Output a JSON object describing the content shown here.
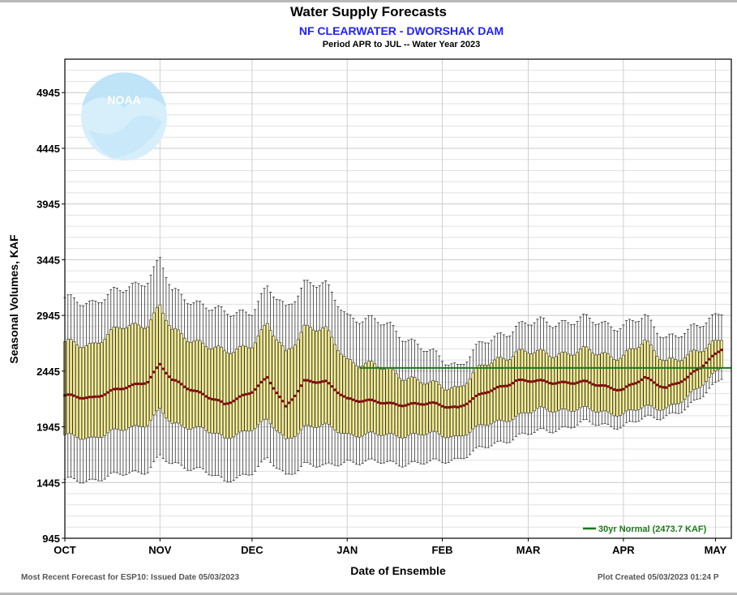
{
  "header": {
    "title": "Water Supply Forecasts",
    "subtitle": "NF CLEARWATER - DWORSHAK DAM",
    "period": "Period   APR to JUL  --  Water Year 2023"
  },
  "footer": {
    "left": "Most Recent Forecast for ESP10: Issued Date 05/03/2023",
    "right": "Plot Created 05/03/2023 01:24 P"
  },
  "logo": {
    "text": "NOAA",
    "icon": "noaa-logo-icon"
  },
  "colors": {
    "box_fill": "#f7ef8f",
    "box_stroke": "#333333",
    "median": "#8b0000",
    "normal_line": "#1a7a1a",
    "subtitle": "#1f1fff"
  },
  "chart_data": {
    "type": "boxplot",
    "xlabel": "Date of Ensemble",
    "ylabel": "Seasonal Volumes, KAF",
    "ylim": [
      945,
      5245
    ],
    "yticks": [
      "945",
      "1445",
      "1945",
      "2445",
      "2945",
      "3445",
      "3945",
      "4445",
      "4945"
    ],
    "x_categories": [
      "OCT",
      "NOV",
      "DEC",
      "JAN",
      "FEB",
      "MAR",
      "APR",
      "MAY"
    ],
    "date_range": [
      "2022-10-01",
      "2023-05-03"
    ],
    "grid": true,
    "legend": {
      "label": "30yr Normal (2473.7 KAF)",
      "placement": "bottom-right"
    },
    "normal": {
      "value": 2473.7,
      "start_date": "2023-01-05",
      "end_date": "2023-05-03"
    },
    "keypoints": [
      {
        "date": "2022-10-01",
        "median": 2220,
        "q1": 1860,
        "q3": 2690,
        "min": 1460,
        "max": 3080
      },
      {
        "date": "2022-10-10",
        "median": 2210,
        "q1": 1850,
        "q3": 2690,
        "min": 1470,
        "max": 3070
      },
      {
        "date": "2022-10-20",
        "median": 2290,
        "q1": 1920,
        "q3": 2840,
        "min": 1520,
        "max": 3170
      },
      {
        "date": "2022-10-28",
        "median": 2360,
        "q1": 1980,
        "q3": 2880,
        "min": 1560,
        "max": 3280
      },
      {
        "date": "2022-11-01",
        "median": 2500,
        "q1": 2100,
        "q3": 3020,
        "min": 1680,
        "max": 3440
      },
      {
        "date": "2022-11-05",
        "median": 2360,
        "q1": 1960,
        "q3": 2800,
        "min": 1600,
        "max": 3150
      },
      {
        "date": "2022-11-15",
        "median": 2240,
        "q1": 1940,
        "q3": 2700,
        "min": 1570,
        "max": 3050
      },
      {
        "date": "2022-11-22",
        "median": 2140,
        "q1": 1830,
        "q3": 2600,
        "min": 1440,
        "max": 2950
      },
      {
        "date": "2022-12-01",
        "median": 2270,
        "q1": 1940,
        "q3": 2700,
        "min": 1550,
        "max": 3000
      },
      {
        "date": "2022-12-06",
        "median": 2380,
        "q1": 2000,
        "q3": 2850,
        "min": 1650,
        "max": 3180
      },
      {
        "date": "2022-12-12",
        "median": 2120,
        "q1": 1820,
        "q3": 2600,
        "min": 1500,
        "max": 3000
      },
      {
        "date": "2022-12-18",
        "median": 2360,
        "q1": 1950,
        "q3": 2850,
        "min": 1620,
        "max": 3250
      },
      {
        "date": "2022-12-25",
        "median": 2340,
        "q1": 1950,
        "q3": 2800,
        "min": 1580,
        "max": 3200
      },
      {
        "date": "2023-01-01",
        "median": 2200,
        "q1": 1880,
        "q3": 2550,
        "min": 1640,
        "max": 2950
      },
      {
        "date": "2023-01-15",
        "median": 2150,
        "q1": 1870,
        "q3": 2450,
        "min": 1620,
        "max": 2850
      },
      {
        "date": "2023-01-28",
        "median": 2150,
        "q1": 1880,
        "q3": 2320,
        "min": 1620,
        "max": 2600
      },
      {
        "date": "2023-02-06",
        "median": 2120,
        "q1": 1860,
        "q3": 2300,
        "min": 1660,
        "max": 2500
      },
      {
        "date": "2023-02-15",
        "median": 2250,
        "q1": 1960,
        "q3": 2500,
        "min": 1760,
        "max": 2700
      },
      {
        "date": "2023-02-25",
        "median": 2360,
        "q1": 2040,
        "q3": 2620,
        "min": 1860,
        "max": 2850
      },
      {
        "date": "2023-03-05",
        "median": 2350,
        "q1": 2100,
        "q3": 2600,
        "min": 1900,
        "max": 2880
      },
      {
        "date": "2023-03-20",
        "median": 2340,
        "q1": 2100,
        "q3": 2620,
        "min": 1980,
        "max": 2900
      },
      {
        "date": "2023-04-01",
        "median": 2280,
        "q1": 2060,
        "q3": 2580,
        "min": 1950,
        "max": 2850
      },
      {
        "date": "2023-04-08",
        "median": 2380,
        "q1": 2120,
        "q3": 2700,
        "min": 2020,
        "max": 2920
      },
      {
        "date": "2023-04-15",
        "median": 2300,
        "q1": 2120,
        "q3": 2550,
        "min": 2050,
        "max": 2760
      },
      {
        "date": "2023-04-22",
        "median": 2380,
        "q1": 2200,
        "q3": 2560,
        "min": 2100,
        "max": 2780
      },
      {
        "date": "2023-05-03",
        "median": 2650,
        "q1": 2500,
        "q3": 2760,
        "min": 2400,
        "max": 3000
      }
    ]
  }
}
